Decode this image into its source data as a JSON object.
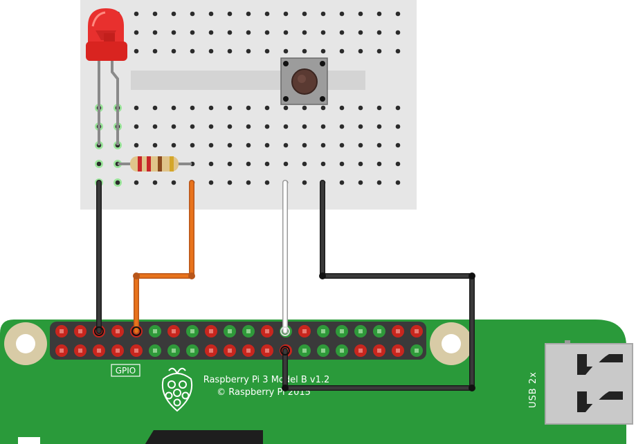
{
  "board": {
    "model_label": "Raspberry Pi 3 Model B v1.2",
    "copyright_label": "© Raspberry Pi 2015",
    "gpio_label": "GPIO",
    "usb_label": "USB 2x",
    "logo": "raspberry-logo-icon"
  },
  "components": {
    "led": {
      "color": "#e8302e",
      "icon": "led-icon"
    },
    "resistor": {
      "icon": "resistor-icon",
      "bands": [
        "#c8262a",
        "#c8262a",
        "#8a4a1e",
        "#d4a62a"
      ]
    },
    "button": {
      "icon": "pushbutton-icon"
    }
  },
  "wires": [
    {
      "name": "led-to-gnd",
      "color": "#1a1a1a"
    },
    {
      "name": "resistor-to-gpio",
      "color": "#e8731c"
    },
    {
      "name": "button-to-3v3",
      "color": "#ffffff"
    },
    {
      "name": "button-return",
      "color": "#1a1a1a"
    }
  ],
  "colors": {
    "breadboard": "#e6e6e6",
    "pcb": "#2a9a3a",
    "header_red": "#c8261e",
    "header_green": "#2f9a3a"
  }
}
